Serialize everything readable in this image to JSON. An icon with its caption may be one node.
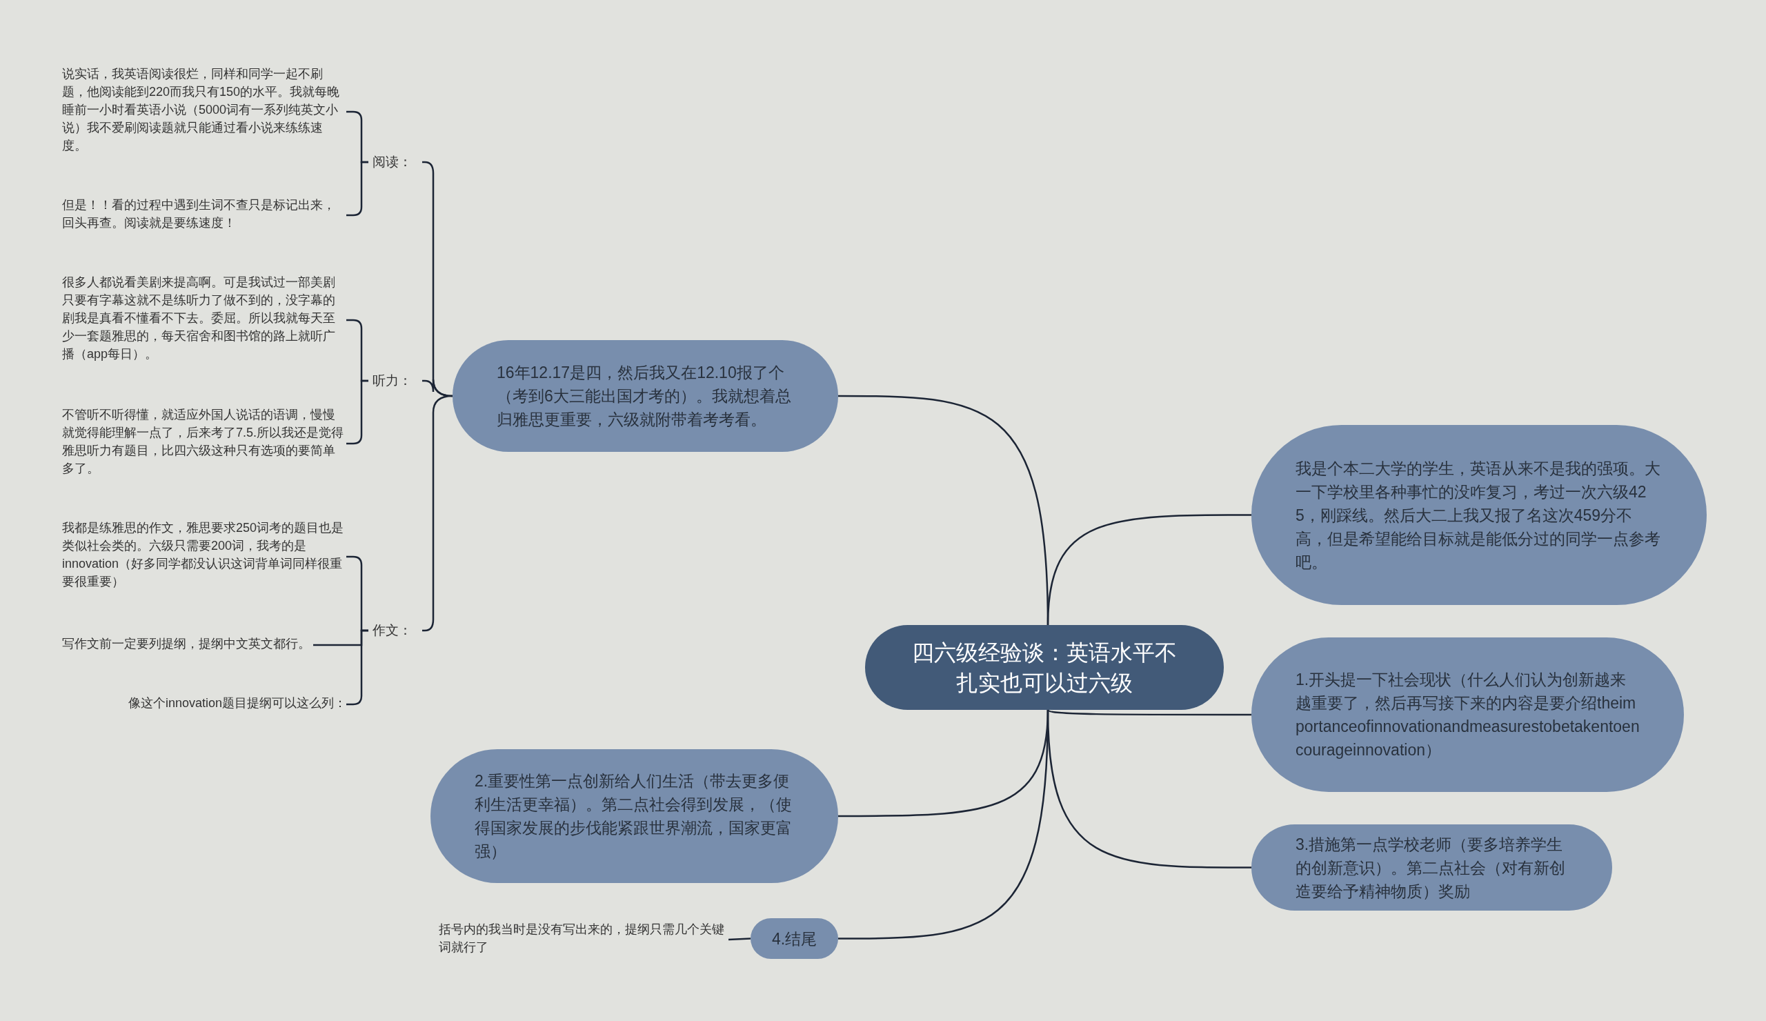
{
  "diagram": {
    "nodes": [
      {
        "text": [
          "四六级经验谈：英语水平不扎实也可以过六级"
        ]
      },
      {
        "text": [
          "16年12.17是四，然后我又在12.10报了个（考到6大三能出国才考的）。我就想着总归雅思更重要，六级就附带着考考看。"
        ]
      },
      {
        "text": [
          "阅读："
        ]
      },
      {
        "text": [
          "说实话，我英语阅读很烂，同样和同学一起不刷题，他阅读能到220而我只有150的水平。我就每晚睡前一小时看英语小说（5000词有一系列纯英文小说）我不爱刷阅读题就只能通过看小说来练练速度。"
        ]
      },
      {
        "text": [
          "但是！！看的过程中遇到生词不查只是标记出来，回头再查。阅读就是要练速度！"
        ]
      },
      {
        "text": [
          "听力："
        ]
      },
      {
        "text": [
          "很多人都说看美剧来提高啊。可是我试过一部美剧只要有字幕这就不是练听力了做不到的，没字幕的剧我是真看不懂看不下去。委屈。所以我就每天至少一套题雅思的，每天宿舍和图书馆的路上就听广播（app每日）。"
        ]
      },
      {
        "text": [
          "不管听不听得懂，就适应外国人说话的语调，慢慢就觉得能理解一点了，后来考了7.5.所以我还是觉得雅思听力有题目，比四六级这种只有选项的要简单多了。"
        ]
      },
      {
        "text": [
          "作文："
        ]
      },
      {
        "text": [
          "我都是练雅思的作文，雅思要求250词考的题目也是类似社会类的。六级只需要200词，我考的是innovation（好多同学都没认识这词背单词同样很重要很重要）"
        ]
      },
      {
        "text": [
          "写作文前一定要列提纲，提纲中文英文都行。"
        ]
      },
      {
        "text": [
          "像这个innovation题目提纲可以这么列："
        ]
      },
      {
        "text": [
          "我是个本二大学的学生，英语从来不是我的强项。大一下学校里各种事忙的没咋复习，考过一次六级425，刚踩线。然后大二上我又报了名这次459分不高，但是希望能给目标就是能低分过的同学一点参考吧。"
        ]
      },
      {
        "text": [
          "1.开头提一下社会现状（什么人们认为创新越来越重要了，然后再写接下来的内容是要介绍theimportanceofinnovationandmeasurestobetakentoencourageinnovation）"
        ]
      },
      {
        "text": [
          "2.重要性第一点创新给人们生活（带去更多便利生活更幸福）。第二点社会得到发展，（使得国家发展的步伐能紧跟世界潮流，国家更富强）"
        ]
      },
      {
        "text": [
          "3.措施第一点学校老师（要多培养学生的创新意识）。第二点社会（对有新创造要给予精神物质）奖励"
        ]
      },
      {
        "text": [
          "4.结尾"
        ]
      },
      {
        "text": [
          "括号内的我当时是没有写出来的，提纲只需几个关键词就行了"
        ]
      }
    ],
    "edges": [
      {
        "from": 0,
        "to": 1,
        "arrow": "none"
      },
      {
        "from": 1,
        "to": 2,
        "arrow": "none"
      },
      {
        "from": 1,
        "to": 5,
        "arrow": "none"
      },
      {
        "from": 1,
        "to": 8,
        "arrow": "none"
      },
      {
        "from": 2,
        "to": 3,
        "arrow": "none"
      },
      {
        "from": 2,
        "to": 4,
        "arrow": "none"
      },
      {
        "from": 5,
        "to": 6,
        "arrow": "none"
      },
      {
        "from": 5,
        "to": 7,
        "arrow": "none"
      },
      {
        "from": 8,
        "to": 9,
        "arrow": "none"
      },
      {
        "from": 8,
        "to": 10,
        "arrow": "none"
      },
      {
        "from": 8,
        "to": 11,
        "arrow": "none"
      },
      {
        "from": 0,
        "to": 12,
        "arrow": "none"
      },
      {
        "from": 0,
        "to": 13,
        "arrow": "none"
      },
      {
        "from": 0,
        "to": 14,
        "arrow": "none"
      },
      {
        "from": 0,
        "to": 15,
        "arrow": "none"
      },
      {
        "from": 0,
        "to": 16,
        "arrow": "none"
      },
      {
        "from": 16,
        "to": 17,
        "arrow": "none"
      }
    ]
  }
}
